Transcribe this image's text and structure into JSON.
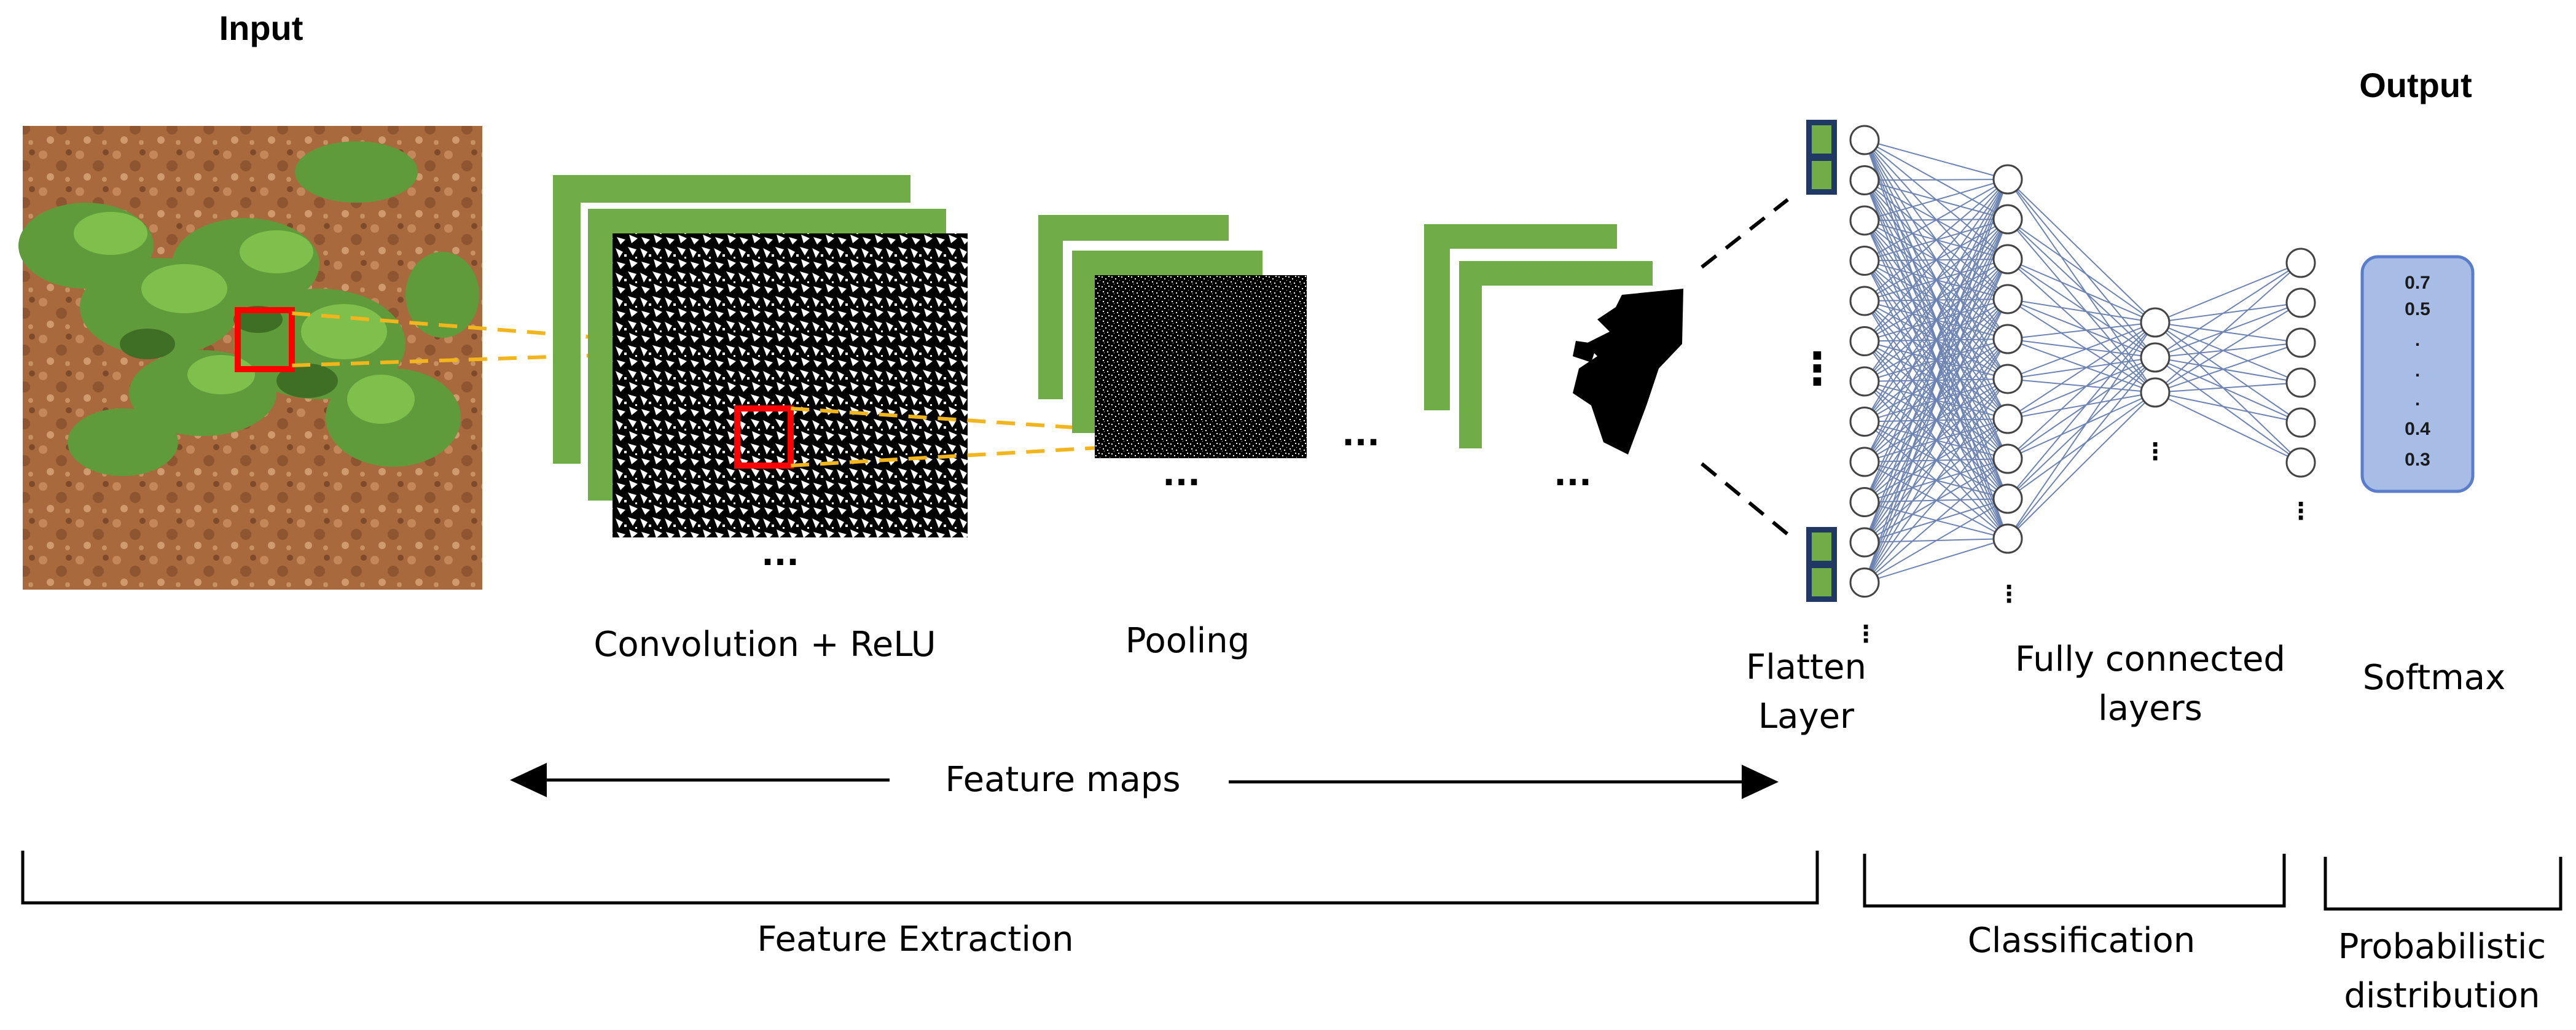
{
  "title_input": "Input",
  "title_output": "Output",
  "labels": {
    "conv": "Convolution + ReLU",
    "pooling": "Pooling",
    "flatten_line1": "Flatten",
    "flatten_line2": "Layer",
    "fc_line1": "Fully connected",
    "fc_line2": "layers",
    "softmax": "Softmax",
    "feature_maps": "Feature maps"
  },
  "stages": {
    "feature_extraction": "Feature Extraction",
    "classification": "Classification",
    "prob_line1": "Probabilistic",
    "prob_line2": "distribution"
  },
  "ellipsis": "...",
  "vertical_dots": "⋮",
  "output_values": [
    "0.7",
    "0.5",
    ".",
    ".",
    ".",
    "0.4",
    "0.3"
  ],
  "colors": {
    "map_green": "#70ad47",
    "kernel_red": "#ff0000",
    "projection_yellow": "#f2b51c",
    "node_stroke": "#444444",
    "edge_blue": "#3b5a9a",
    "flatten_fill": "#70ad47",
    "flatten_border": "#1f3864",
    "softmax_fill": "#a8bde6",
    "softmax_border": "#5a7ccc"
  }
}
